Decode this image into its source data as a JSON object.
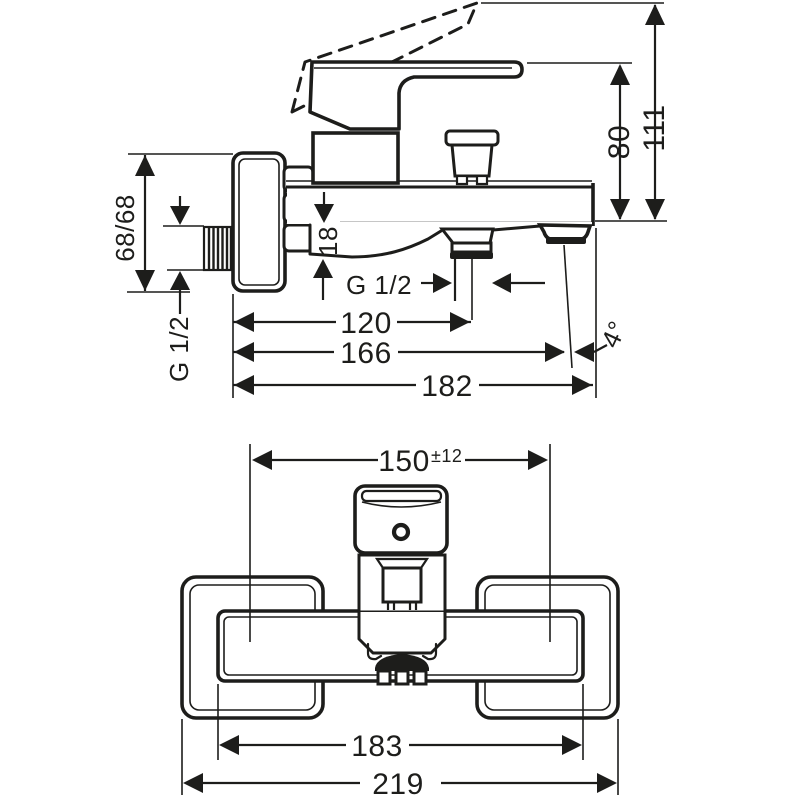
{
  "drawing": {
    "ink_color": "#1d1d1b",
    "background_color": "#ffffff",
    "side_view": {
      "total_height": "111",
      "handle_height": "80",
      "supply_offset": "68/68",
      "supply_thread": "G 1/2",
      "body_drop": "18",
      "shower_thread": "G 1/2",
      "shower_depth": "120",
      "spout_tip_depth": "166",
      "total_depth": "182",
      "spout_angle": "4°"
    },
    "front_view": {
      "hole_spacing": "150",
      "hole_spacing_tolerance": "±12",
      "body_width": "183",
      "overall_width": "219"
    }
  }
}
